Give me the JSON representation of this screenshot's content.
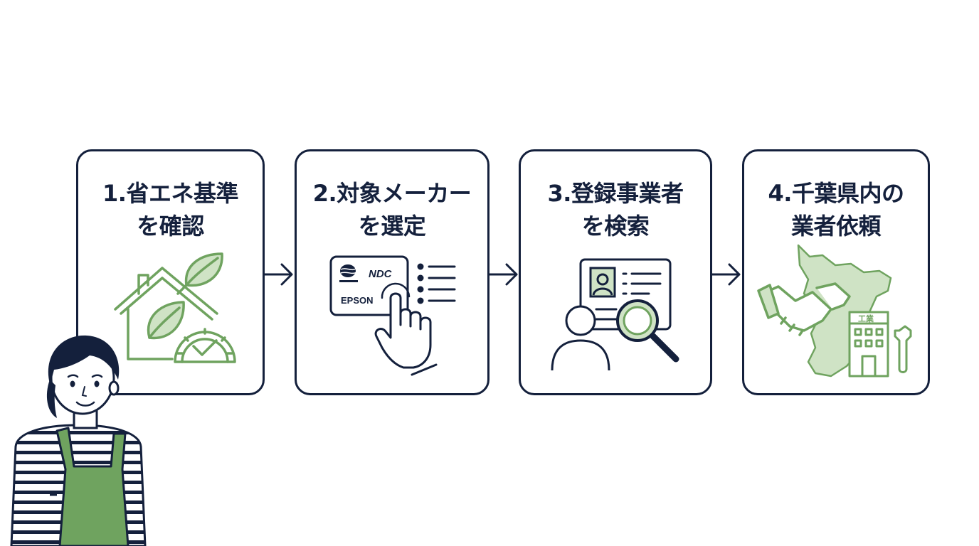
{
  "steps": [
    {
      "line1": "1.省エネ基準",
      "line2": "を確認"
    },
    {
      "line1": "2.対象メーカー",
      "line2": "を選定",
      "logos": {
        "ndc": "NDC",
        "epson": "EPSON"
      }
    },
    {
      "line1": "3.登録事業者",
      "line2": "を検索"
    },
    {
      "line1": "4.千葉県内の",
      "line2": "業者依頼",
      "factory_sign": "工業"
    }
  ],
  "colors": {
    "navy": "#14203c",
    "green": "#6fa35f",
    "green_fill": "#cfe3c5"
  },
  "icons": [
    "house-leaf-icon",
    "gauge-check-icon",
    "hand-pointer-icon",
    "list-icon",
    "id-card-icon",
    "user-icon",
    "magnifier-icon",
    "chiba-map-icon",
    "handshake-icon",
    "factory-icon",
    "wrench-icon",
    "arrow-right-icon"
  ]
}
